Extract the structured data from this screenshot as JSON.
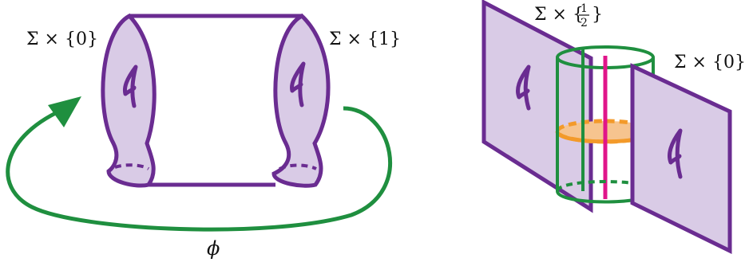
{
  "labels": {
    "left_sigma_0": "Σ × {0}",
    "left_sigma_1": "Σ × {1}",
    "phi": "ϕ",
    "right_sigma_half_prefix": "Σ × {",
    "right_sigma_half_num": "1",
    "right_sigma_half_den": "2",
    "right_sigma_half_suffix": "}",
    "right_sigma_0": "Σ × {0}"
  },
  "colors": {
    "purple": "#6a2c91",
    "purple_fill": "#d9cbe6",
    "green": "#1f8f3f",
    "magenta": "#e0158a",
    "orange": "#f39a2a",
    "orange_fill": "#f6c48f",
    "text": "#111111"
  }
}
